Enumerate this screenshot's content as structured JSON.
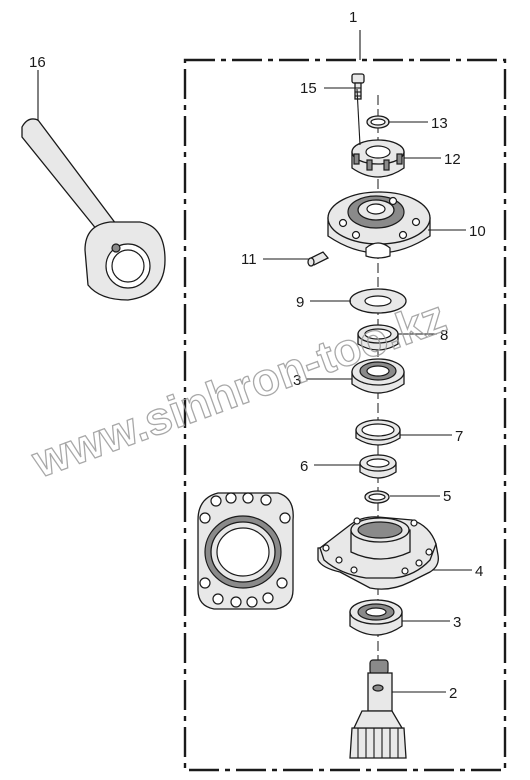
{
  "callouts": {
    "c1": "1",
    "c2": "2",
    "c3a": "3",
    "c3b": "3",
    "c4": "4",
    "c5": "5",
    "c6": "6",
    "c7": "7",
    "c8": "8",
    "c9": "9",
    "c10": "10",
    "c11": "11",
    "c12": "12",
    "c13": "13",
    "c15": "15",
    "c16": "16"
  },
  "watermark": "www.sinhron-too.kz",
  "colors": {
    "line": "#1a1a1a",
    "part_fill": "#e8e8e8",
    "shade": "#8a8a8a",
    "watermark": "#9a9a9a"
  }
}
